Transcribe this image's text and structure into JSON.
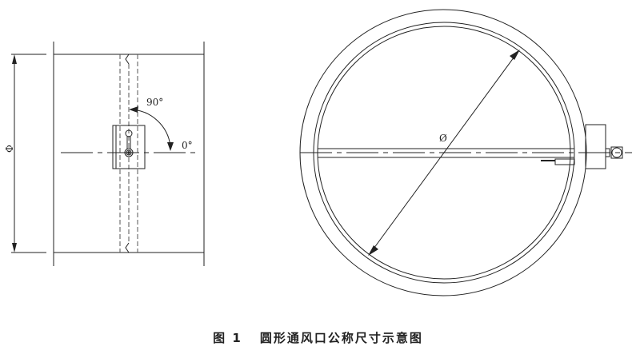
{
  "figure": {
    "caption_prefix": "图 1",
    "caption_title": "圆形通风口公称尺寸示意图"
  },
  "side_view": {
    "diameter_label": "Φ",
    "angle_open_label": "90°",
    "angle_closed_label": "0°"
  },
  "front_view": {
    "diameter_label": "Ø"
  },
  "colors": {
    "line": "#222222",
    "background": "#ffffff"
  }
}
